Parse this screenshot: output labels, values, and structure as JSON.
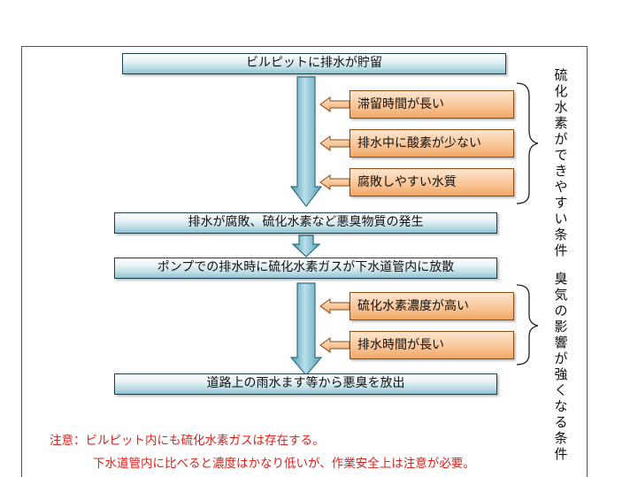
{
  "stages": [
    "ビルピットに排水が貯留",
    "排水が腐敗、硫化水素など悪臭物質の発生",
    "ポンプでの排水時に硫化水素ガスが下水道管内に放散",
    "道路上の雨水ます等から悪臭を放出"
  ],
  "group1": {
    "label": "硫化水素ができやすい条件",
    "conditions": [
      "滞留時間が長い",
      "排水中に酸素が少ない",
      "腐敗しやすい水質"
    ]
  },
  "group2": {
    "label": "臭気の影響が強くなる条件",
    "conditions": [
      "硫化水素濃度が高い",
      "排水時間が長い"
    ]
  },
  "note": {
    "line1": "注意：ビルピット内にも硫化水素ガスは存在する。",
    "line2": "下水道管内に比べると濃度はかなり低いが、作業安全上は注意が必要。"
  },
  "colors": {
    "stage_border": "#1c3f52",
    "stage_fill": "#8fc3d1",
    "condition_border": "#8a4a12",
    "condition_fill": "#f8c394",
    "arrow_fill": "#8ec6d6",
    "note_text": "#e0201a"
  }
}
